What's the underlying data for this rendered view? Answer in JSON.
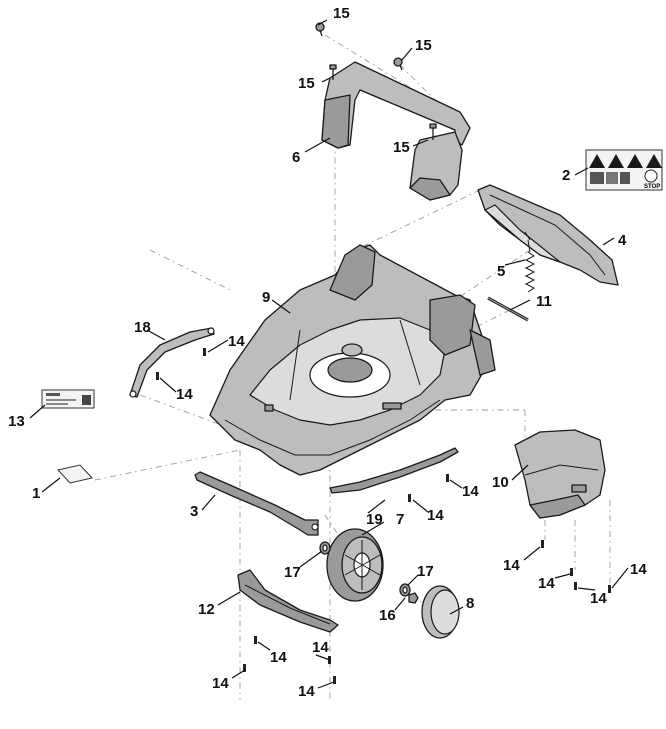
{
  "diagram": {
    "callouts": {
      "c1": "1",
      "c2": "2",
      "c3": "3",
      "c4": "4",
      "c5": "5",
      "c6": "6",
      "c7": "7",
      "c8": "8",
      "c9": "9",
      "c10": "10",
      "c11": "11",
      "c12": "12",
      "c13": "13",
      "c14": "14",
      "c15": "15",
      "c16": "16",
      "c17": "17",
      "c18": "18",
      "c19": "19"
    },
    "decal_stop_text": "STOP"
  }
}
